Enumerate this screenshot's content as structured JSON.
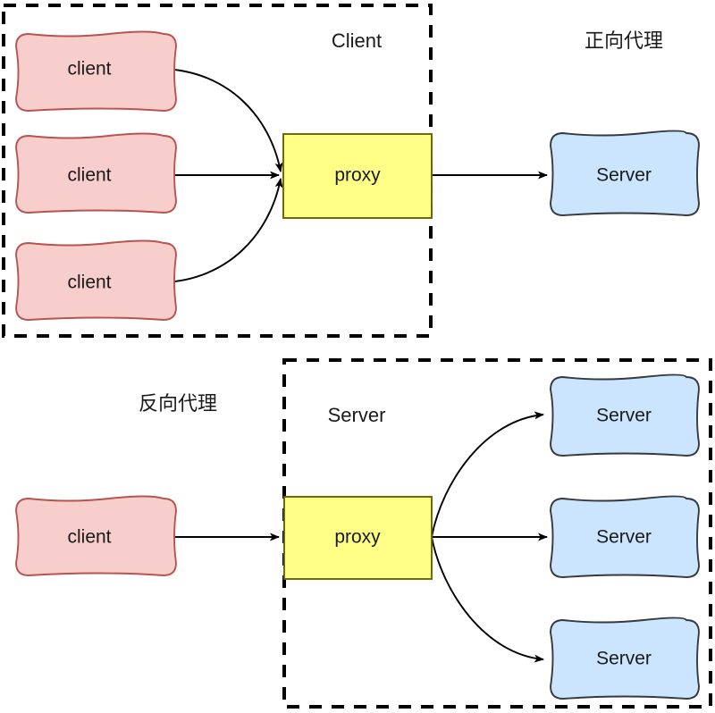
{
  "diagram": {
    "title_top_left": "Client",
    "title_top_right": "正向代理",
    "title_bottom_left": "反向代理",
    "title_bottom_right": "Server",
    "colors": {
      "client_fill": "#f8cecc",
      "client_stroke": "#b85450",
      "proxy_fill": "#ffff88",
      "proxy_stroke": "#666600",
      "server_fill": "#cce5ff",
      "server_stroke": "#36393d",
      "boundary_stroke": "#000000",
      "edge_stroke": "#000000",
      "background": "#ffffff"
    },
    "forward_proxy": {
      "boundary_label": "Client",
      "outside_label": "正向代理",
      "clients": [
        {
          "label": "client"
        },
        {
          "label": "client"
        },
        {
          "label": "client"
        }
      ],
      "proxy": {
        "label": "proxy"
      },
      "servers": [
        {
          "label": "Server"
        }
      ]
    },
    "reverse_proxy": {
      "boundary_label": "Server",
      "outside_label": "反向代理",
      "clients": [
        {
          "label": "client"
        }
      ],
      "proxy": {
        "label": "proxy"
      },
      "servers": [
        {
          "label": "Server"
        },
        {
          "label": "Server"
        },
        {
          "label": "Server"
        }
      ]
    }
  }
}
